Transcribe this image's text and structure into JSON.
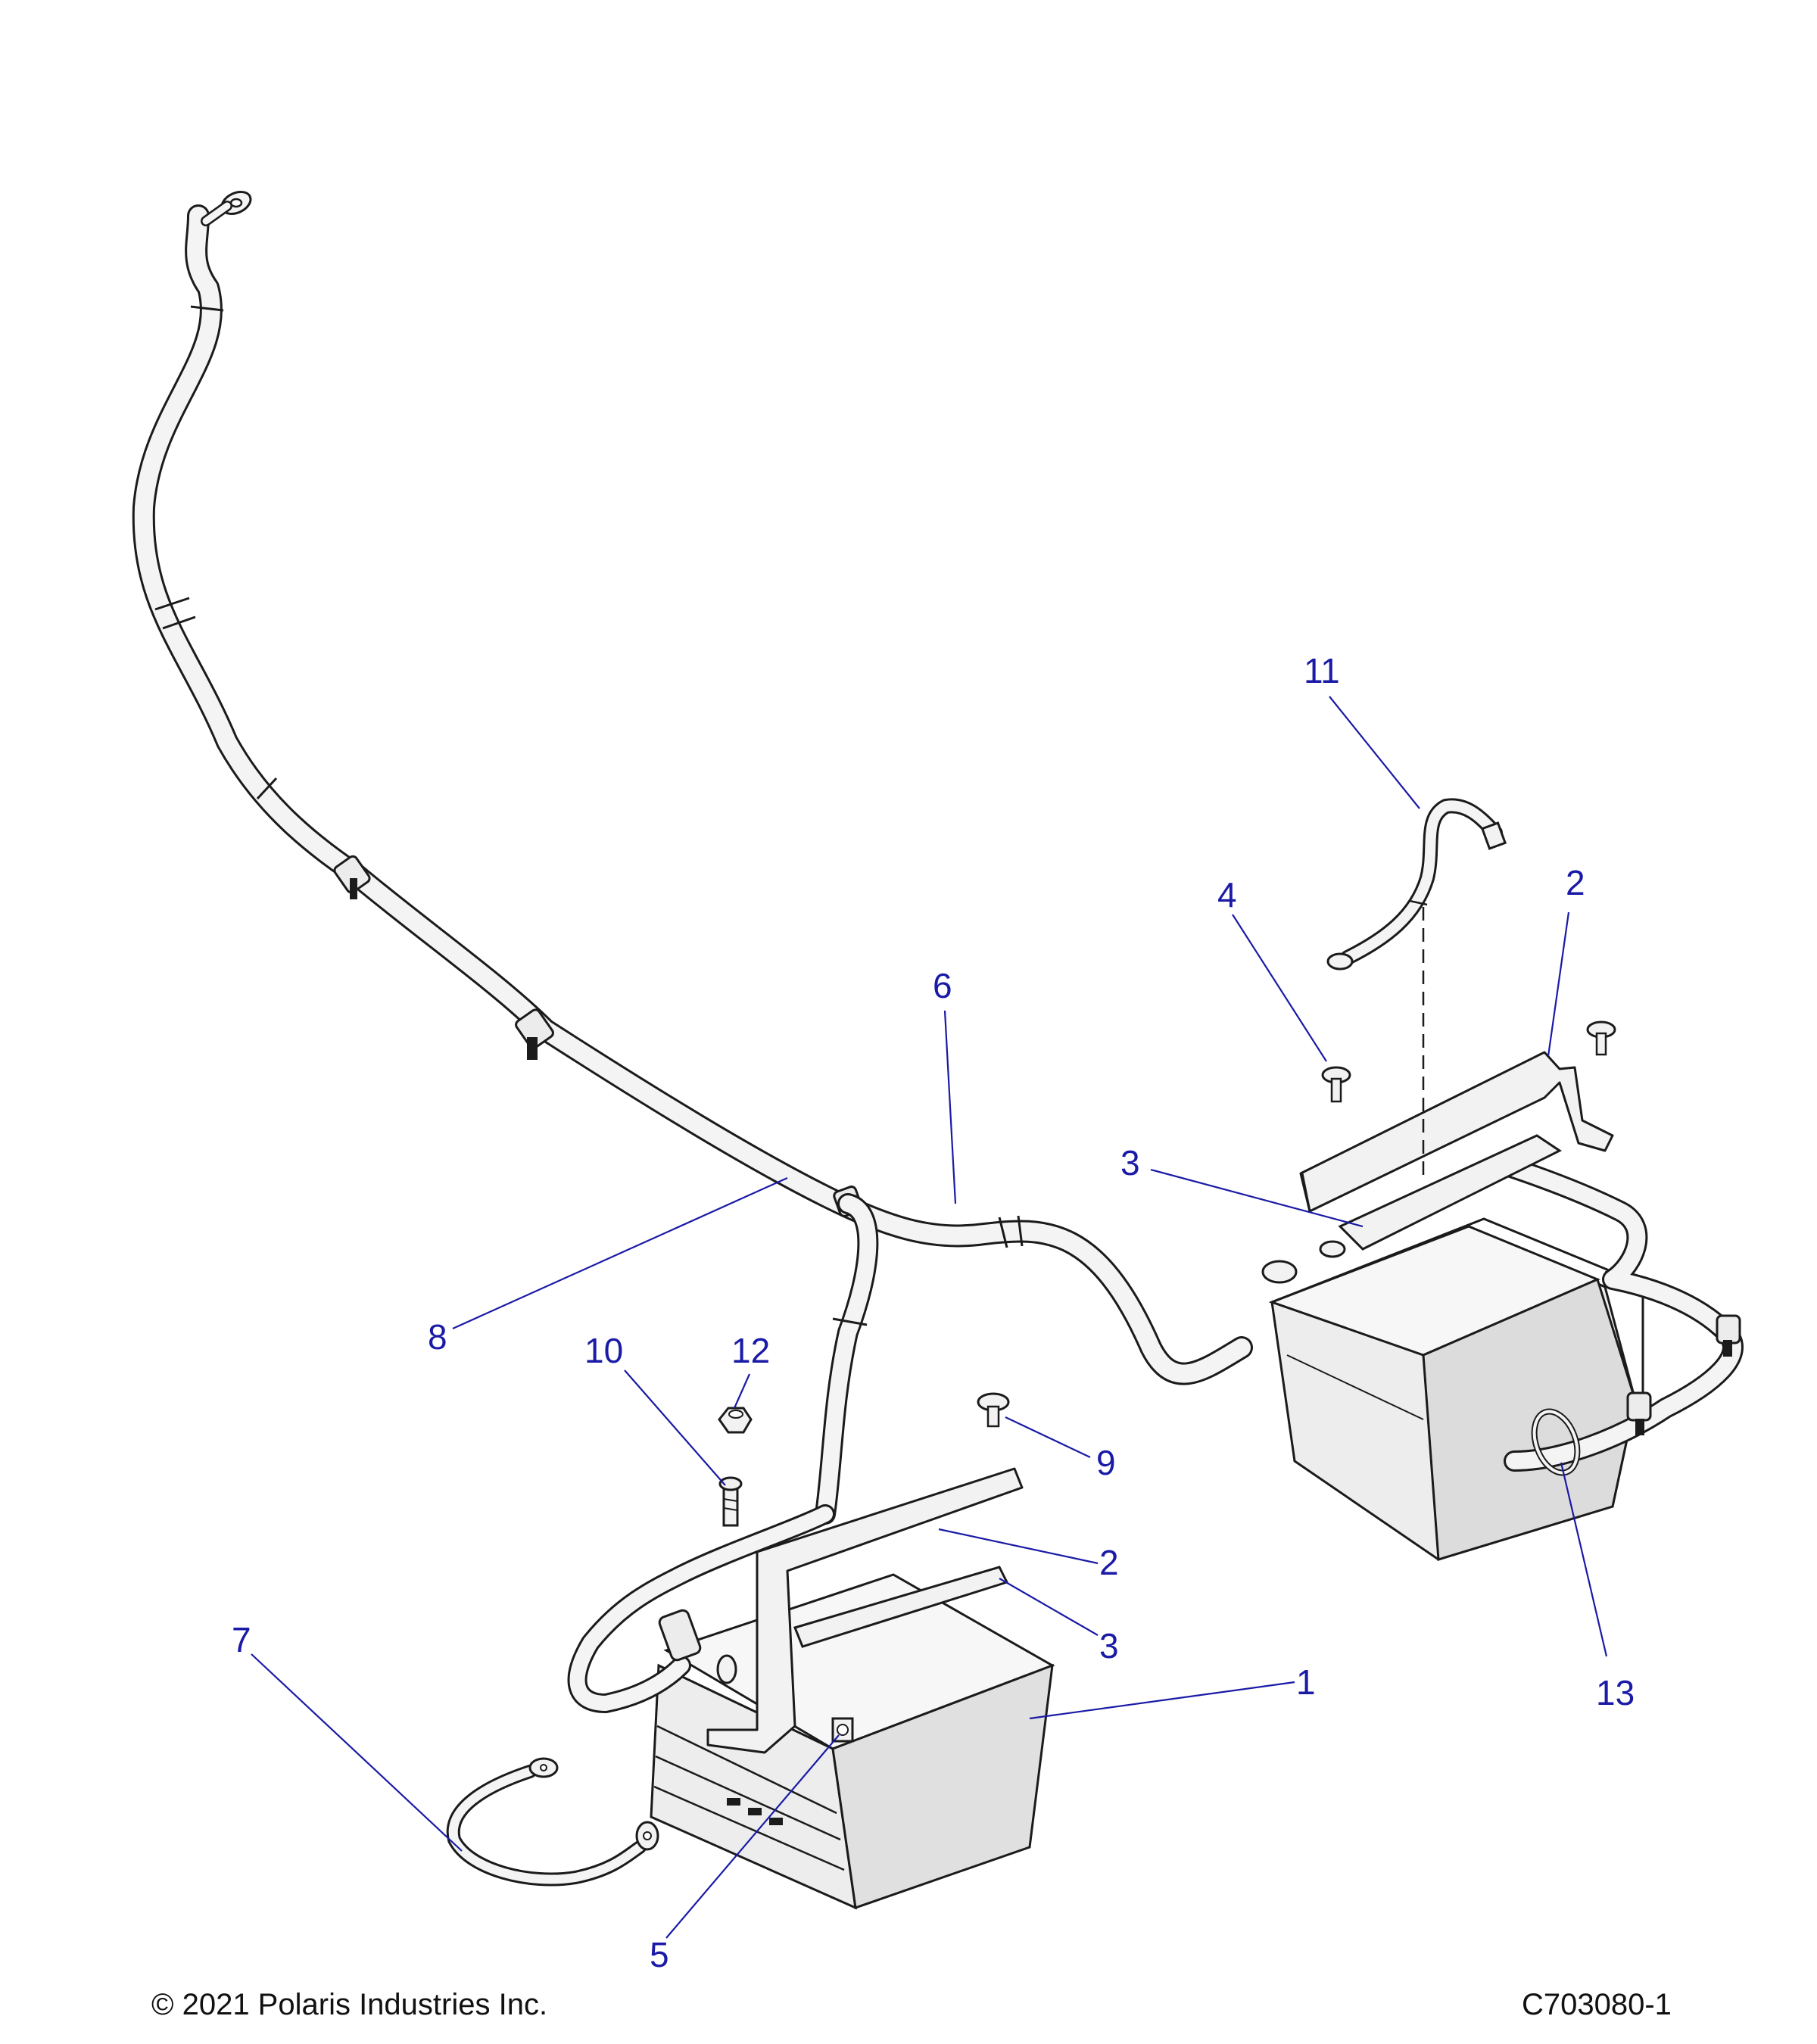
{
  "footer": {
    "copyright": "© 2021 Polaris Industries Inc.",
    "drawing_number": "C703080-1"
  },
  "callouts": {
    "c1": "1",
    "c2a": "2",
    "c2b": "2",
    "c3a": "3",
    "c3b": "3",
    "c4": "4",
    "c5": "5",
    "c6": "6",
    "c7": "7",
    "c8": "8",
    "c9": "9",
    "c10": "10",
    "c11": "11",
    "c12": "12",
    "c13": "13"
  },
  "colors": {
    "callout": "#1a1aa6",
    "outline": "#1b1b1b",
    "part_fill": "#f2f2f2",
    "part_shade": "#d9d9d9"
  }
}
